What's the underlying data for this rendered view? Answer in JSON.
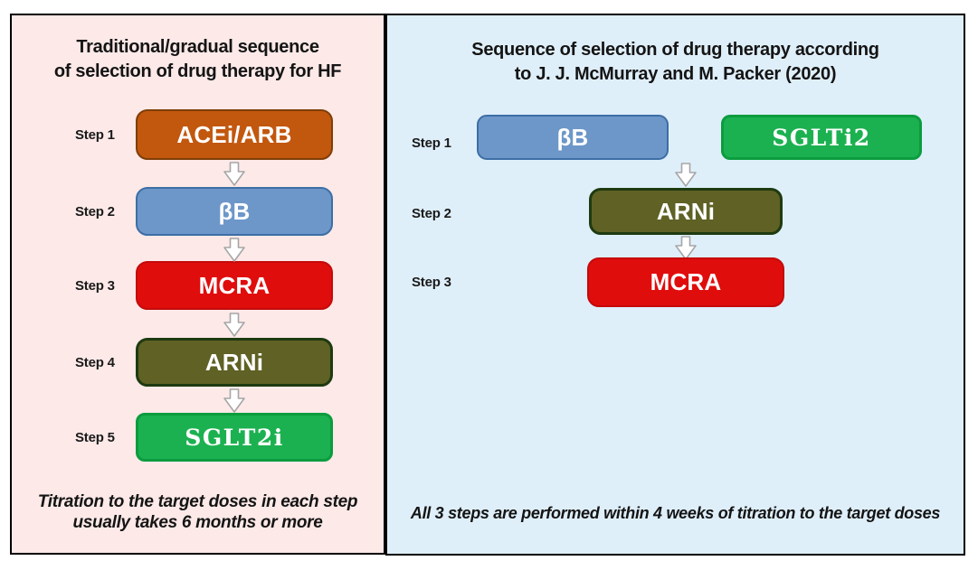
{
  "colors": {
    "left_panel_bg": "#FCE9E8",
    "right_panel_bg": "#DFEFFA",
    "panel_border": "#000000",
    "arrow_fill": "#FFFFFF",
    "arrow_stroke": "#A6A6A6",
    "boxes": {
      "acei_arb": {
        "fill": "#C2570E",
        "border": "#7E3E08"
      },
      "bb": {
        "fill": "#6D97C9",
        "border": "#3D6EA5"
      },
      "mcra": {
        "fill": "#E00D0D",
        "border": "#C40A0A"
      },
      "arni": {
        "fill": "#5F6125",
        "border": "#1E3A10"
      },
      "sglt": {
        "fill": "#1CB150",
        "border": "#0B9C3E"
      }
    }
  },
  "left_panel": {
    "title_line1": "Traditional/gradual sequence",
    "title_line2": "of selection of drug therapy for HF",
    "steps": [
      {
        "label": "Step 1",
        "drug": "ACEi/ARB"
      },
      {
        "label": "Step 2",
        "drug": "βB"
      },
      {
        "label": "Step 3",
        "drug": "MCRA"
      },
      {
        "label": "Step 4",
        "drug": "ARNi"
      },
      {
        "label": "Step 5",
        "drug": "SGLT2i"
      }
    ],
    "footer_line1": "Titration to the target doses in each step",
    "footer_line2": "usually takes 6 months or more"
  },
  "right_panel": {
    "title_line1": "Sequence of selection of drug therapy according",
    "title_line2": "to J. J. McMurray and M. Packer (2020)",
    "steps": [
      {
        "label": "Step 1",
        "drugs": [
          "βB",
          "SGLTi2"
        ]
      },
      {
        "label": "Step 2",
        "drug": "ARNi"
      },
      {
        "label": "Step 3",
        "drug": "MCRA"
      }
    ],
    "footer": "All 3 steps are performed within 4 weeks of titration to the target doses"
  }
}
